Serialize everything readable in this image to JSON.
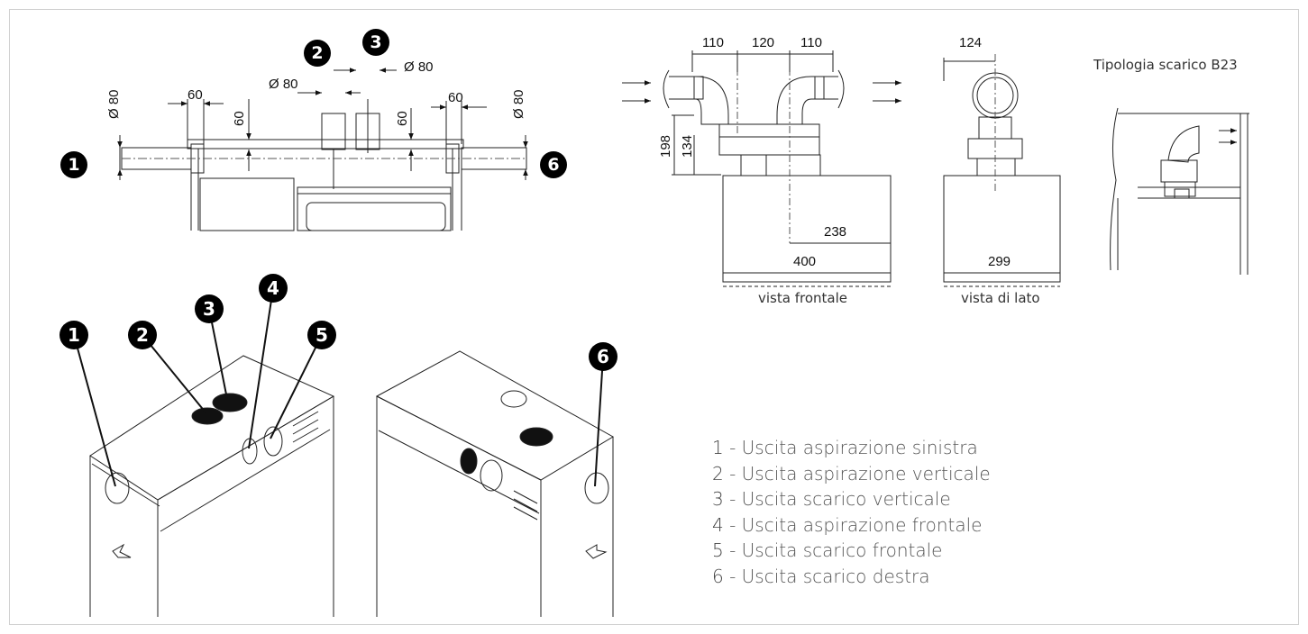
{
  "top_diagram": {
    "badges": [
      "1",
      "2",
      "3",
      "6"
    ],
    "dims": {
      "d80_left": "Ø 80",
      "d60_left_h": "60",
      "d60_left_v": "60",
      "d80_mid": "Ø 80",
      "d80_top": "Ø 80",
      "d60_right_v": "60",
      "d60_right_h": "60",
      "d80_right": "Ø 80"
    }
  },
  "front_view": {
    "dims": {
      "a": "110",
      "b": "120",
      "c": "110",
      "h1": "198",
      "h2": "134",
      "w1": "238",
      "w2": "400"
    },
    "caption": "vista frontale"
  },
  "side_view": {
    "dims": {
      "top": "124",
      "width": "299"
    },
    "caption": "vista di lato"
  },
  "b23": {
    "title": "Tipologia scarico B23"
  },
  "iso_badges": [
    "1",
    "2",
    "3",
    "4",
    "5",
    "6"
  ],
  "legend": [
    {
      "num": "1",
      "text": "- Uscita aspirazione sinistra"
    },
    {
      "num": "2",
      "text": "- Uscita aspirazione verticale"
    },
    {
      "num": "3",
      "text": "- Uscita scarico verticale"
    },
    {
      "num": "4",
      "text": "- Uscita aspirazione frontale"
    },
    {
      "num": "5",
      "text": "- Uscita scarico frontale"
    },
    {
      "num": "6",
      "text": "- Uscita scarico destra"
    }
  ]
}
